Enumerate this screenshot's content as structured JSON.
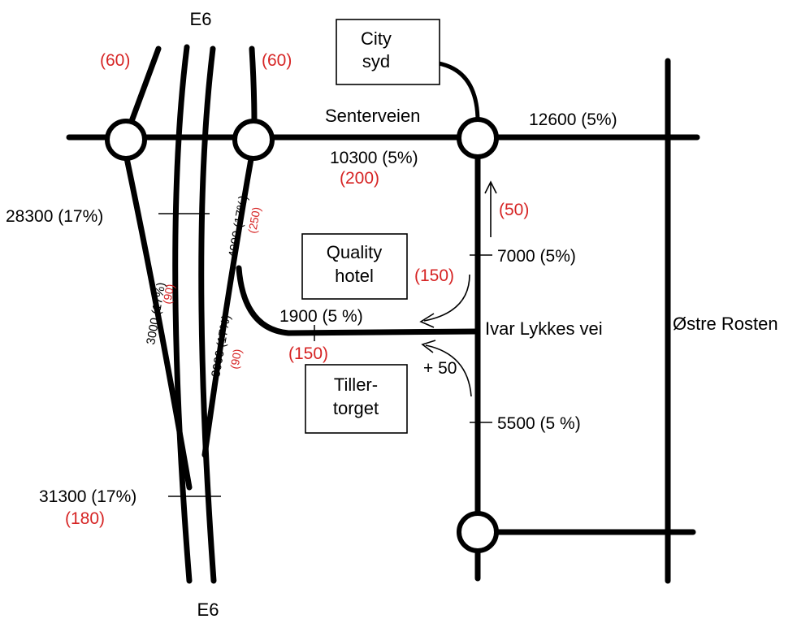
{
  "highway": {
    "top_label": "E6",
    "bottom_label": "E6"
  },
  "streets": {
    "senterveien": "Senterveien",
    "ivar_lykkes_vei": "Ivar Lykkes vei",
    "ostre_rosten": "Østre Rosten"
  },
  "buildings": {
    "city_syd": {
      "line1": "City",
      "line2": "syd"
    },
    "quality_hotel": {
      "line1": "Quality",
      "line2": "hotel"
    },
    "tillertorget": {
      "line1": "Tiller-",
      "line2": "torget"
    }
  },
  "traffic_counts": {
    "e6_north": "28300 (17%)",
    "e6_south": "31300 (17%)",
    "e6_south_red": "(180)",
    "senterveien_mid": "10300 (5%)",
    "senterveien_mid_red": "(200)",
    "senterveien_east": "12600 (5%)",
    "ramp_top_left_red": "(60)",
    "ramp_top_right_red": "(60)",
    "ramp_north_east": "4900 (17%)",
    "ramp_north_east_red": "(250)",
    "ramp_sw": "3000 (17%)",
    "ramp_sw_red": "(90)",
    "ramp_se": "3000 (17%)",
    "ramp_se_red": "(90)",
    "ivar_north_red": "(50)",
    "ivar_north": "7000 (5%)",
    "ivar_turn_red": "(150)",
    "ivar_west": "1900 (5 %)",
    "ivar_west_red": "(150)",
    "ivar_plus": "+ 50",
    "ivar_south": "5500 (5 %)"
  }
}
